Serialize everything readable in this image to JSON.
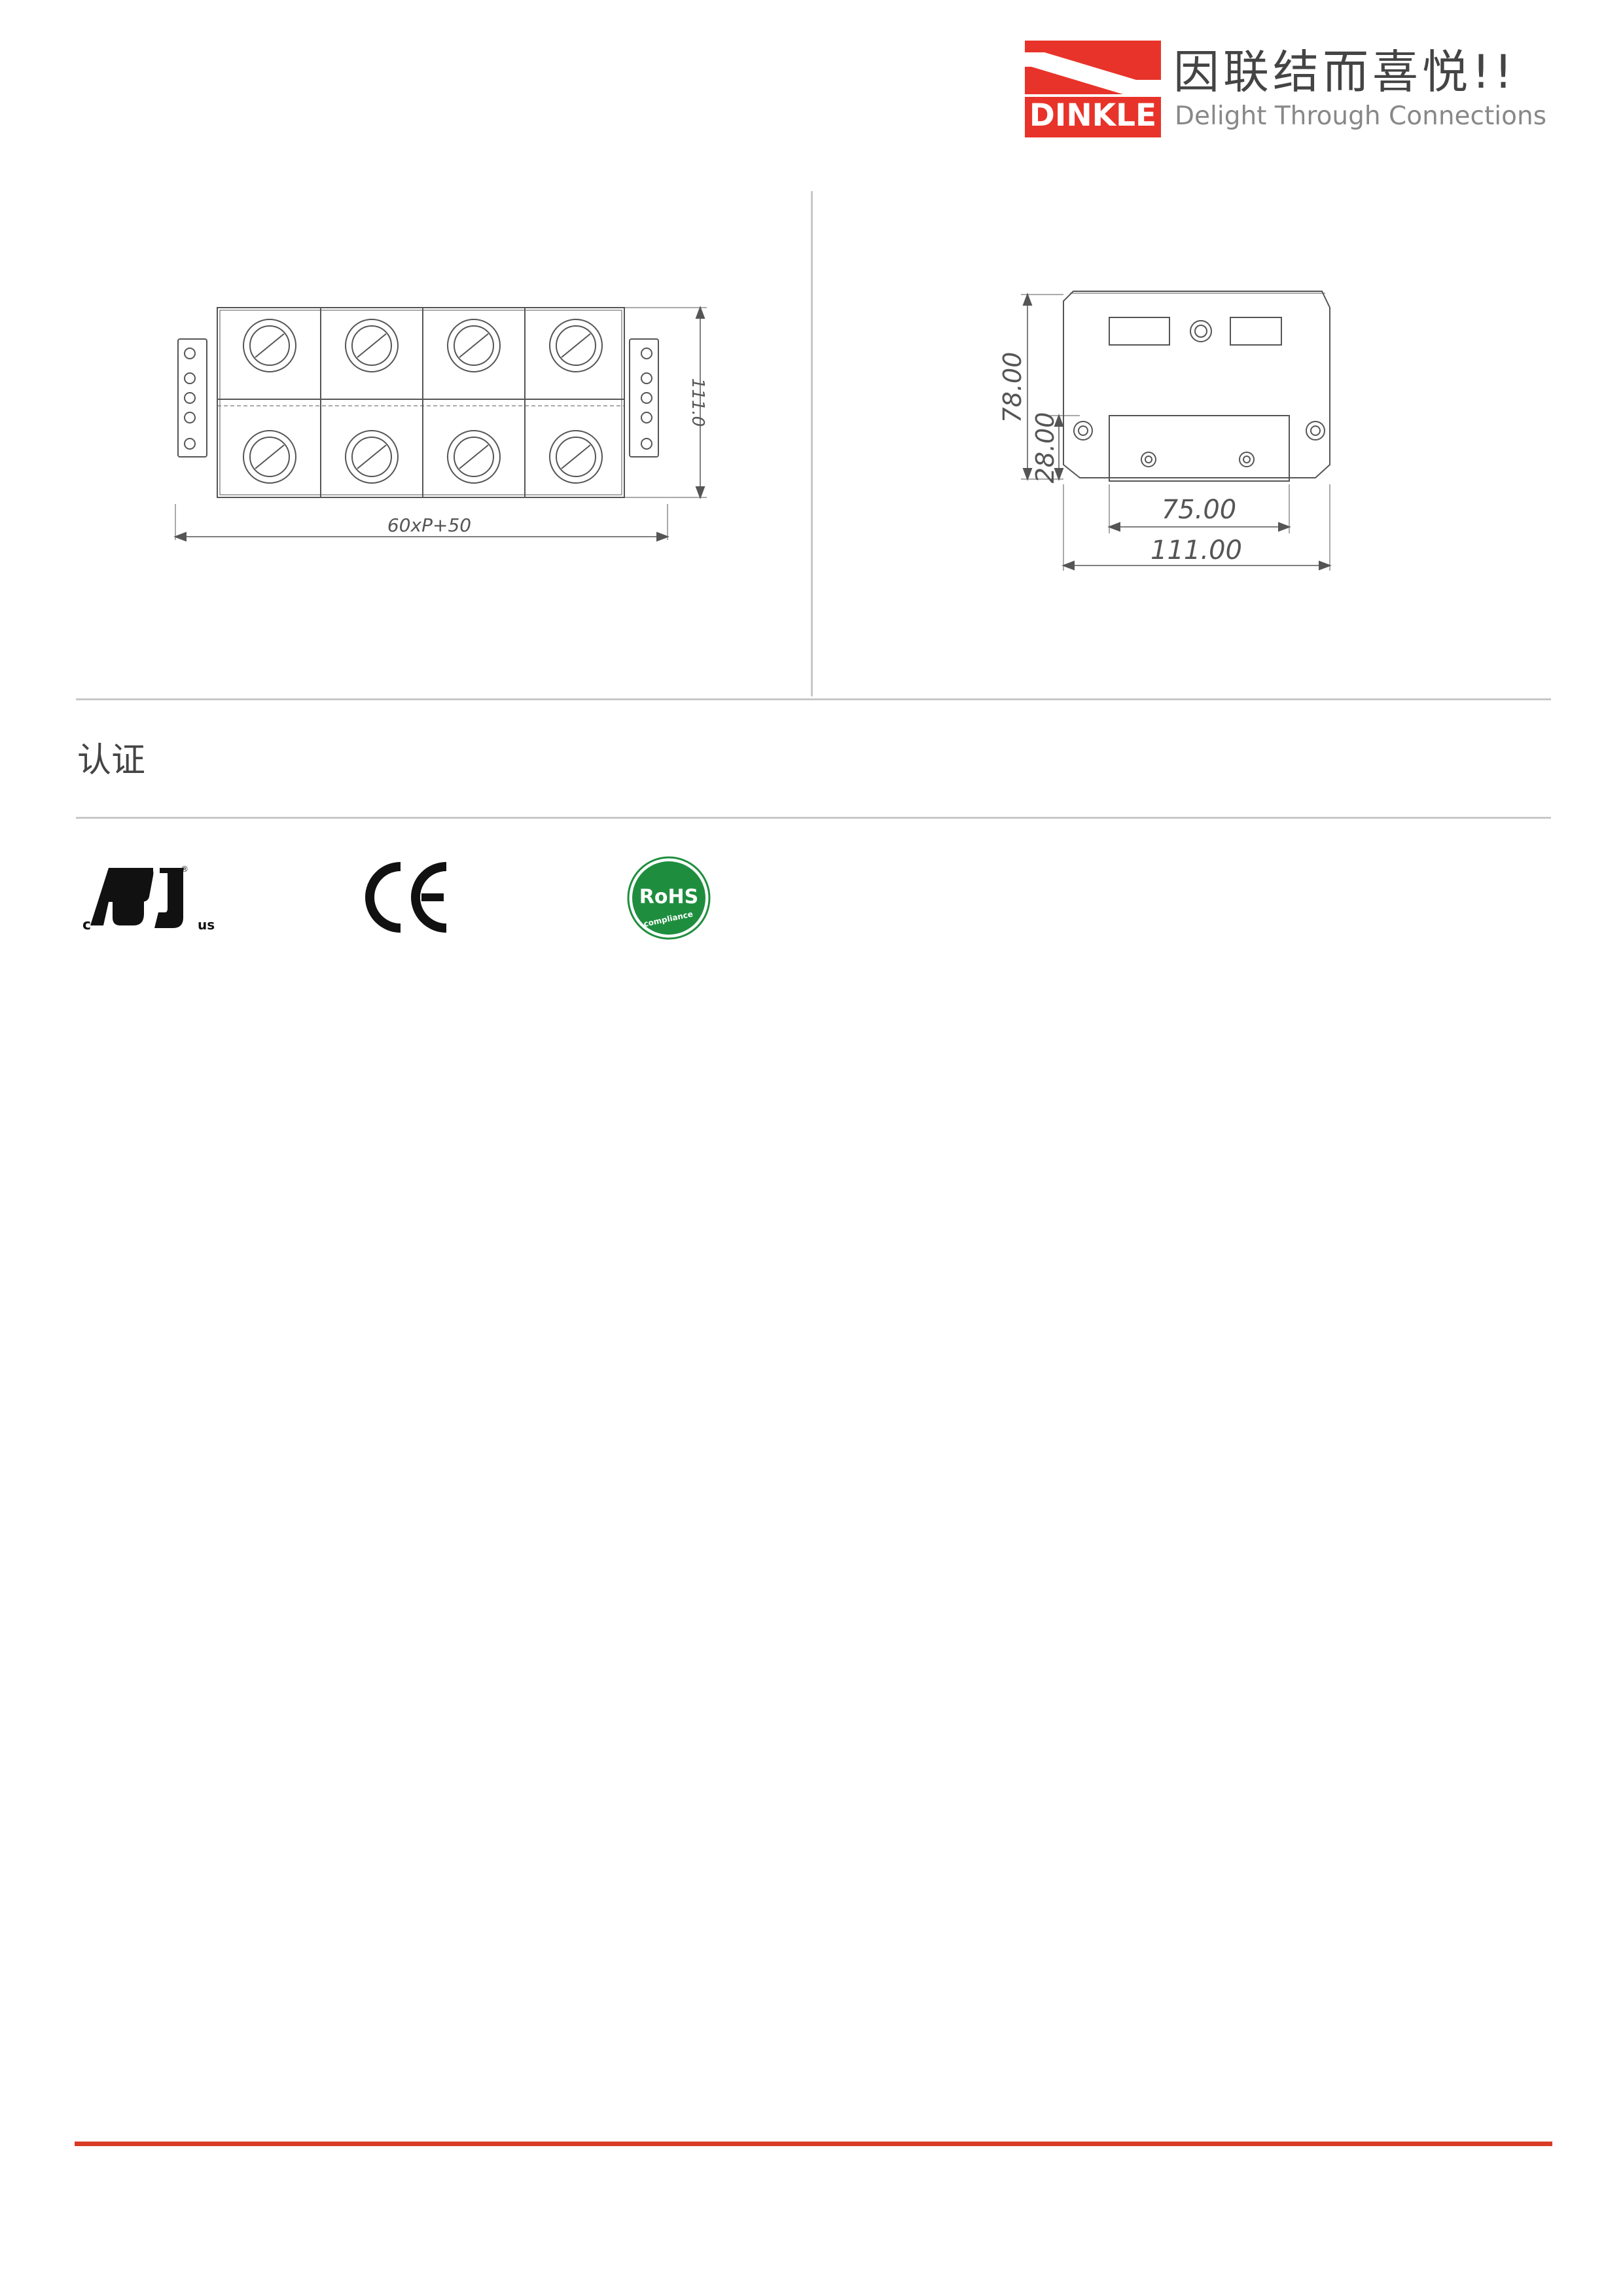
{
  "header": {
    "brand_name": "DINKLE",
    "slogan_cn": "因联结而喜悦!!",
    "slogan_en": "Delight Through Connections",
    "brand_color": "#e8332a"
  },
  "drawings": {
    "front_view": {
      "width_label": "60xP+50",
      "height_label": "111.0"
    },
    "side_view": {
      "height_total_label": "78.00",
      "height_lower_label": "28.00",
      "width_inner_label": "75.00",
      "width_total_label": "111.00"
    }
  },
  "certification": {
    "title": "认证",
    "badges": [
      {
        "name": "cUL us",
        "icon": "ul-listed-icon",
        "c_mark": "c",
        "us_mark": "us",
        "reg_mark": "®"
      },
      {
        "name": "CE",
        "icon": "ce-mark-icon"
      },
      {
        "name": "RoHS",
        "icon": "rohs-compliance-icon",
        "label": "RoHS",
        "sub_label": "compliance",
        "color": "#1e8e3e"
      }
    ]
  },
  "footer": {
    "line_color": "#d93a25"
  }
}
